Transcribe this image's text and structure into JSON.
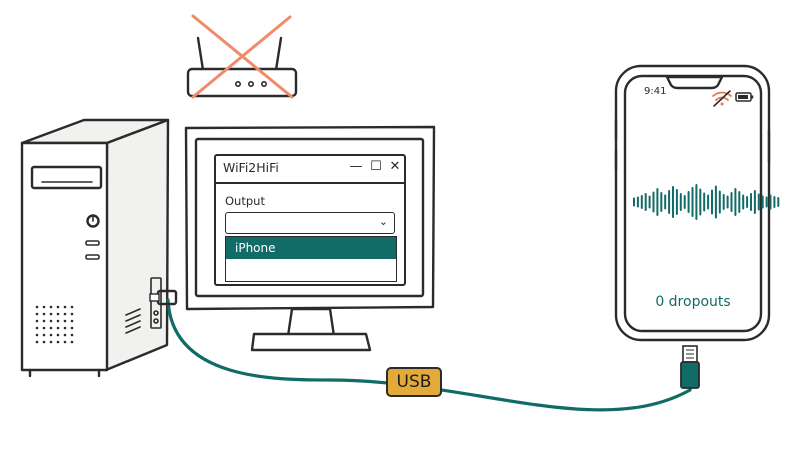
{
  "app": {
    "title": "WiFi2HiFi",
    "minimize_symbol": "—",
    "maximize_symbol": "☐",
    "close_symbol": "✕",
    "output_label": "Output",
    "dropdown_arrow": "⌄",
    "selected_option": "iPhone"
  },
  "phone": {
    "time": "9:41",
    "dropouts_text": "0 dropouts"
  },
  "cable": {
    "label": "USB"
  },
  "icons": {
    "router": "router-icon",
    "crossed_out": "cross-icon",
    "wifi_off": "wifi-off-icon",
    "battery": "battery-icon",
    "waveform": "audio-waveform-icon"
  },
  "colors": {
    "accent_teal": "#116b66",
    "cross_red": "#f08a6a",
    "usb_badge": "#e3aa3a",
    "ink": "#2b2b2b"
  }
}
